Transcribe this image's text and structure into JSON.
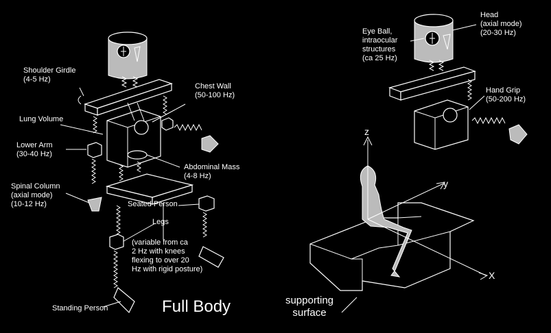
{
  "left": {
    "shoulder_girdle": [
      "Shoulder Girdle",
      "(4-5 Hz)"
    ],
    "chest_wall": [
      "Chest Wall",
      "(50-100 Hz)"
    ],
    "lung_volume": [
      "Lung Volume"
    ],
    "lower_arm": [
      "Lower Arm",
      "(30-40 Hz)"
    ],
    "abdominal_mass": [
      "Abdominal Mass",
      "(4-8 Hz)"
    ],
    "spinal_column": [
      "Spinal Column",
      "(axial mode)",
      "(10-12 Hz)"
    ],
    "seated_person": [
      "Seated Person"
    ],
    "legs": [
      "Legs"
    ],
    "legs_note": [
      "(variable from ca",
      "2 Hz with knees",
      "flexing to over 20",
      "Hz with rigid posture)"
    ],
    "standing_person": [
      "Standing Person"
    ],
    "title": "Full Body"
  },
  "right": {
    "eye_ball": [
      "Eye Ball,",
      "intraocular",
      "structures",
      "(ca 25 Hz)"
    ],
    "head": [
      "Head",
      "(axial mode)",
      "(20-30 Hz)"
    ],
    "hand_grip": [
      "Hand Grip",
      "(50-200 Hz)"
    ],
    "axis_z": "z",
    "axis_y": "y",
    "axis_x": "X",
    "supporting_surface": [
      "supporting",
      "surface"
    ]
  }
}
